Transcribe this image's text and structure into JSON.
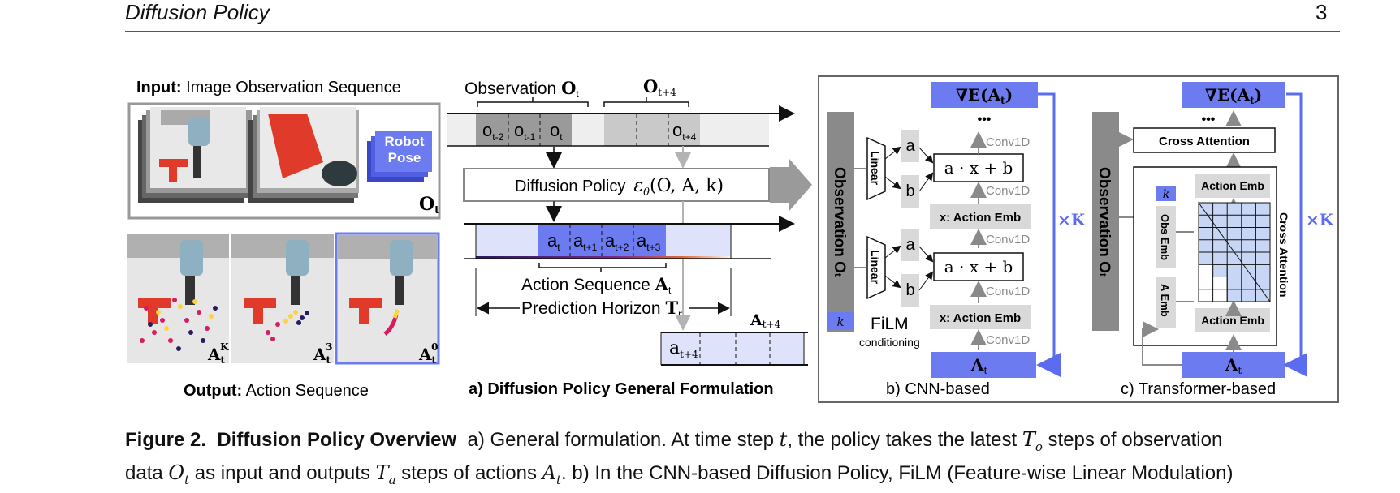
{
  "header": {
    "title": "Diffusion Policy",
    "page_number": "3"
  },
  "panel_input": {
    "label_bold": "Input:",
    "label_rest": " Image Observation Sequence",
    "robot_pose": [
      "Robot",
      "Pose"
    ],
    "obs_label": "O",
    "obs_sub": "t",
    "output_bold": "Output:",
    "output_rest": "  Action Sequence",
    "action_labels": [
      {
        "main": "A",
        "sub": "t",
        "sup": "K"
      },
      {
        "main": "A",
        "sub": "t",
        "sup": "3"
      },
      {
        "main": "A",
        "sub": "t",
        "sup": "0"
      }
    ]
  },
  "panel_a": {
    "observation_label": "Observation",
    "obs_symbol": "O",
    "obs_sub": "t",
    "obs_future": "O",
    "obs_future_sub": "t+4",
    "obs_cells": [
      {
        "main": "o",
        "sub": "t-2"
      },
      {
        "main": "o",
        "sub": "t-1"
      },
      {
        "main": "o",
        "sub": "t"
      }
    ],
    "obs_future_cell": {
      "main": "o",
      "sub": "t+4"
    },
    "policy_label": "Diffusion Policy",
    "policy_formula": "ε",
    "policy_formula_sub": "θ",
    "policy_formula_args": "(O, A, k)",
    "action_cells": [
      {
        "main": "a",
        "sub": "t"
      },
      {
        "main": "a",
        "sub": "t+1"
      },
      {
        "main": "a",
        "sub": "t+2"
      },
      {
        "main": "a",
        "sub": "t+3"
      }
    ],
    "action_sequence_label": "Action Sequence",
    "action_symbol": "A",
    "action_sub": "t",
    "horizon_label": "Prediction Horizon",
    "horizon_symbol": "T",
    "horizon_sub": "p",
    "future_action": "A",
    "future_action_sub": "t+4",
    "future_cell": {
      "main": "a",
      "sub": "t+4"
    },
    "caption": "a) Diffusion Policy General Formulation"
  },
  "panel_b": {
    "grad_label": "∇E(A",
    "grad_sub": "t",
    "grad_close": ")",
    "dots": "•••",
    "obs_vertical": "Observation O",
    "obs_vertical_sub": "t",
    "linear": "Linear",
    "a": "a",
    "b": "b",
    "affine": "a · x + b",
    "conv": "Conv1D",
    "action_emb": "x: Action Emb",
    "times_k": "×K",
    "film": "FiLM",
    "film_sub": "conditioning",
    "k": "k",
    "bottom": "A",
    "bottom_sub": "t",
    "caption": "b) CNN-based"
  },
  "panel_c": {
    "grad_label": "∇E(A",
    "grad_sub": "t",
    "grad_close": ")",
    "dots": "•••",
    "obs_vertical": "Observation O",
    "obs_vertical_sub": "t",
    "cross_attention": "Cross Attention",
    "cross_attention_vertical": "Cross Attention",
    "action_emb": "Action Emb",
    "obs_emb": "Obs Emb",
    "a_emb": "A Emb",
    "k": "k",
    "times_k": "×K",
    "bottom": "A",
    "bottom_sub": "t",
    "caption": "c) Transformer-based"
  },
  "figure_caption": {
    "label": "Figure 2.",
    "title": "Diffusion Policy Overview",
    "text1": "a) General formulation. At time step ",
    "var_t": "t",
    "text2": ", the policy takes the latest ",
    "var_To": "T",
    "var_To_sub": "o",
    "text3": " steps of observation",
    "text4": "data ",
    "var_Ot": "O",
    "var_Ot_sub": "t",
    "text5": " as input and outputs ",
    "var_Ta": "T",
    "var_Ta_sub": "a",
    "text6": " steps of actions ",
    "var_At": "A",
    "var_At_sub": "t",
    "text7": ". b) In the CNN-based Diffusion Policy, FiLM (Feature-wise Linear Modulation)"
  },
  "colors": {
    "blue": "#6c7cf0",
    "light_blue": "#c8cdfa",
    "grey_dark": "#8a8a8a",
    "grey_light": "#d9d9d9",
    "robot_red": "#e03a2a"
  }
}
